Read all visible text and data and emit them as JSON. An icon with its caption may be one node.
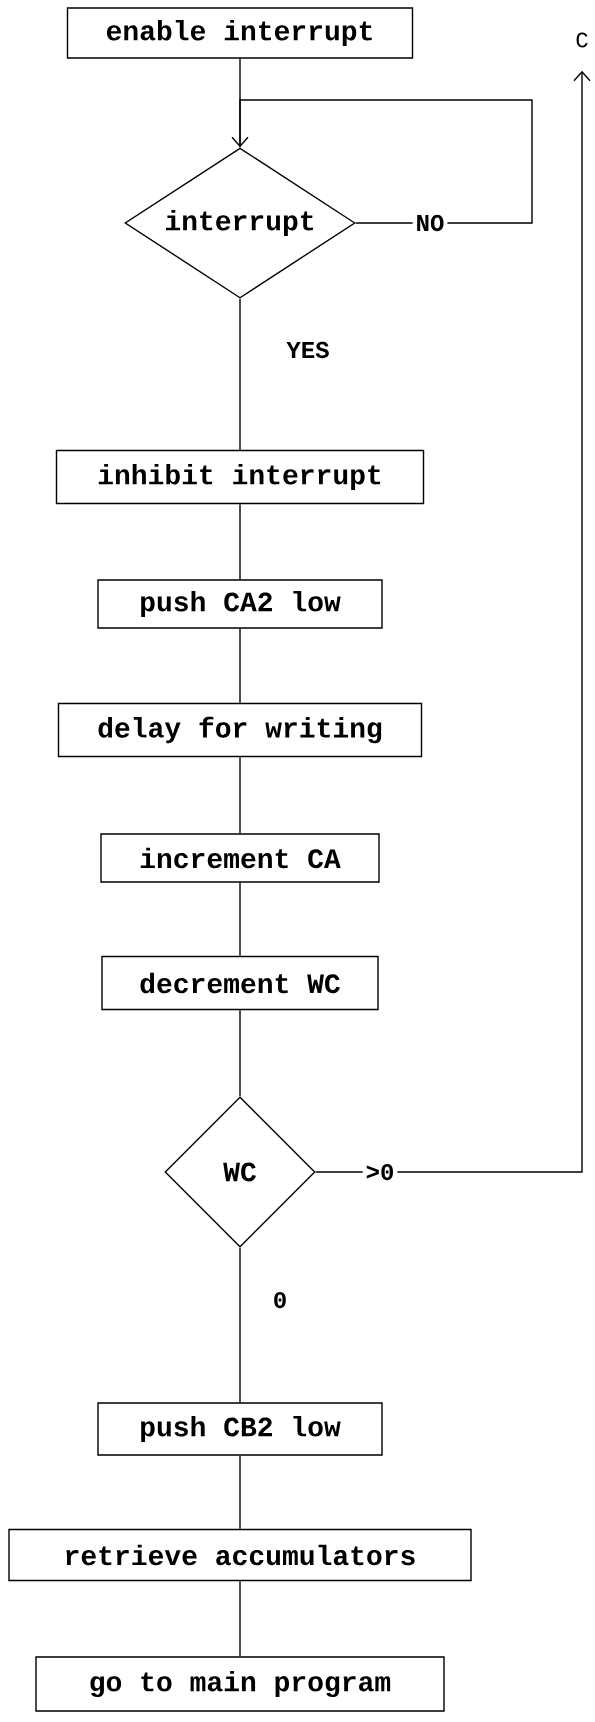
{
  "diagram": {
    "nodes": [
      {
        "text": [
          "enable interrupt"
        ]
      },
      {
        "text": [
          "interrupt"
        ]
      },
      {
        "text": [
          "inhibit interrupt"
        ]
      },
      {
        "text": [
          "push CA2 low"
        ]
      },
      {
        "text": [
          "delay for writing"
        ]
      },
      {
        "text": [
          "increment CA"
        ]
      },
      {
        "text": [
          "decrement WC"
        ]
      },
      {
        "text": [
          "WC"
        ]
      },
      {
        "text": [
          "push CB2 low"
        ]
      },
      {
        "text": [
          "retrieve accumulators"
        ]
      },
      {
        "text": [
          "go to main program"
        ]
      },
      {
        "text": [
          "C"
        ]
      }
    ],
    "edges": [
      {
        "from": 0,
        "to": 1,
        "arrow": "none"
      },
      {
        "from": 1,
        "to": 1,
        "arrow": "to",
        "label": "NO"
      },
      {
        "from": 1,
        "to": 2,
        "arrow": "none",
        "label": "YES"
      },
      {
        "from": 2,
        "to": 3,
        "arrow": "none"
      },
      {
        "from": 3,
        "to": 4,
        "arrow": "none"
      },
      {
        "from": 4,
        "to": 5,
        "arrow": "none"
      },
      {
        "from": 5,
        "to": 6,
        "arrow": "none"
      },
      {
        "from": 6,
        "to": 7,
        "arrow": "none"
      },
      {
        "from": 7,
        "to": 8,
        "arrow": "none",
        "label": "0"
      },
      {
        "from": 8,
        "to": 9,
        "arrow": "none"
      },
      {
        "from": 9,
        "to": 10,
        "arrow": "none"
      },
      {
        "from": 7,
        "to": 11,
        "arrow": "to",
        "label": ">0"
      }
    ]
  }
}
